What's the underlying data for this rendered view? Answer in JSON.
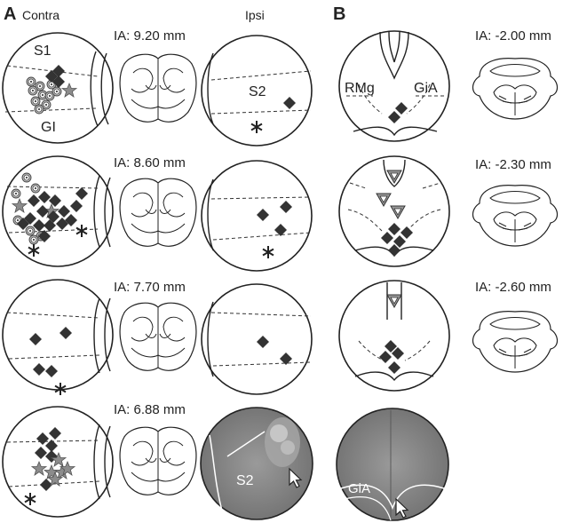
{
  "panel_a": {
    "letter": "A",
    "contra_label": "Contra",
    "ipsi_label": "Ipsi",
    "rows": [
      {
        "ia": "IA: 9.20 mm",
        "regions": [
          "S1",
          "GI",
          "S2"
        ]
      },
      {
        "ia": "IA: 8.60 mm"
      },
      {
        "ia": "IA: 7.70 mm"
      },
      {
        "ia": "IA: 6.88 mm",
        "photo_region": "S2"
      }
    ]
  },
  "panel_b": {
    "letter": "B",
    "rows": [
      {
        "ia": "IA: -2.00 mm",
        "regions": [
          "RMg",
          "GiA"
        ]
      },
      {
        "ia": "IA: -2.30 mm"
      },
      {
        "ia": "IA: -2.60 mm"
      },
      {
        "photo_region": "GiA"
      }
    ]
  },
  "symbols": {
    "filled_diamond": "dark-diamond-marker",
    "target_circle": "concentric-circle-marker",
    "star": "grey-star-marker",
    "triangle": "open-triangle-marker",
    "asterisk": "asterisk-marker",
    "arrow": "arrow-pointer-icon"
  },
  "colors": {
    "marker_dark": "#333333",
    "marker_grey": "#8c8c8c",
    "photo_bg": "#8a8a8a"
  }
}
